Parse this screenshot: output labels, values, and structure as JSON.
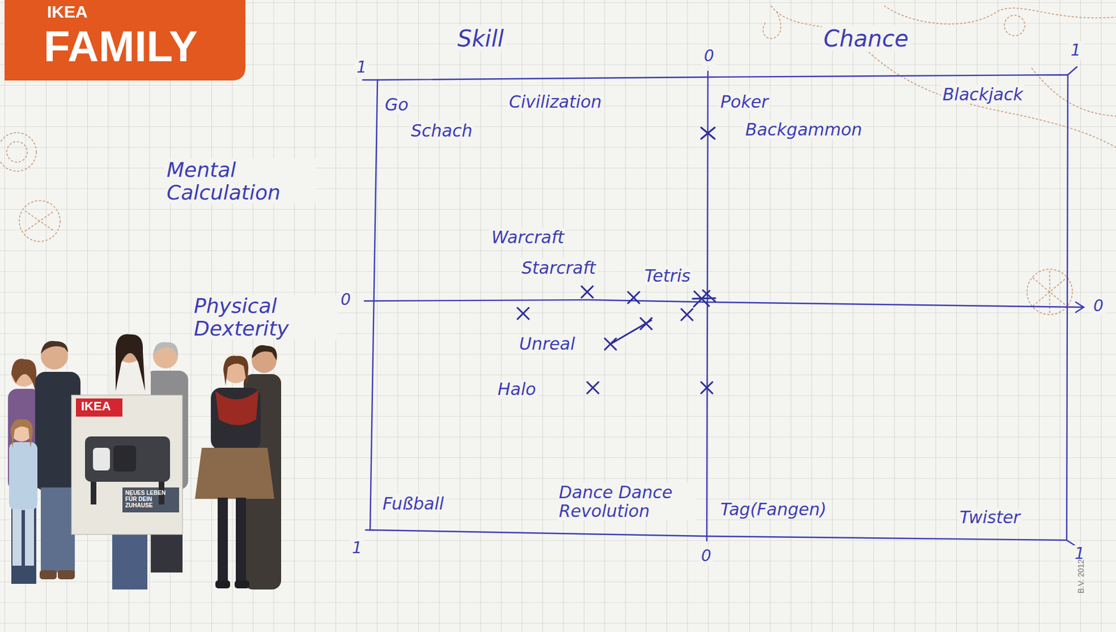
{
  "diagram": {
    "labels": [
      "IKEA",
      "FAMILY",
      "Skill",
      "Chance",
      "1",
      "0",
      "1",
      "Mental Calculation",
      "0",
      "Physical Dexterity",
      "0",
      "1",
      "0",
      "1",
      "Go",
      "Schach",
      "Civilization",
      "Poker",
      "Backgammon",
      "Blackjack",
      "Warcraft",
      "Starcraft",
      "Tetris",
      "Unreal",
      "Halo",
      "Fußball",
      "Dance Dance Revolution",
      "Tag(Fangen)",
      "Twister",
      "IKEA",
      "NEUES LEBEN FÜR DEIN ZUHAUSE",
      "B.V. 2012"
    ]
  }
}
